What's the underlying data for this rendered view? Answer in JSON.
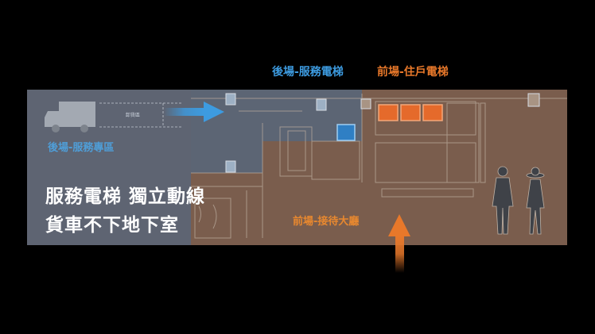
{
  "labels": {
    "service_elevator_header": "後場-服務電梯",
    "resident_elevator_header": "前場-住戶電梯",
    "service_zone": "後場-服務專區",
    "headline_line1": "服務電梯 獨立動線",
    "headline_line2": "貨車不下地下室",
    "lobby": "前場-接待大廳",
    "truck_sign": "卸貨區"
  },
  "colors": {
    "background": "#000000",
    "service_zone_fill": "#5e6472",
    "front_zone_fill": "#7a5d4d",
    "service_accent": "#3d9be0",
    "front_accent": "#e8782a",
    "elevator_orange": "#e56a2b",
    "elevator_blue": "#2f7fc4"
  },
  "icons": {
    "truck": "truck-icon",
    "service_arrow": "arrow-right-icon",
    "entrance_arrow": "arrow-up-icon",
    "people": "couple-silhouette-icon"
  }
}
